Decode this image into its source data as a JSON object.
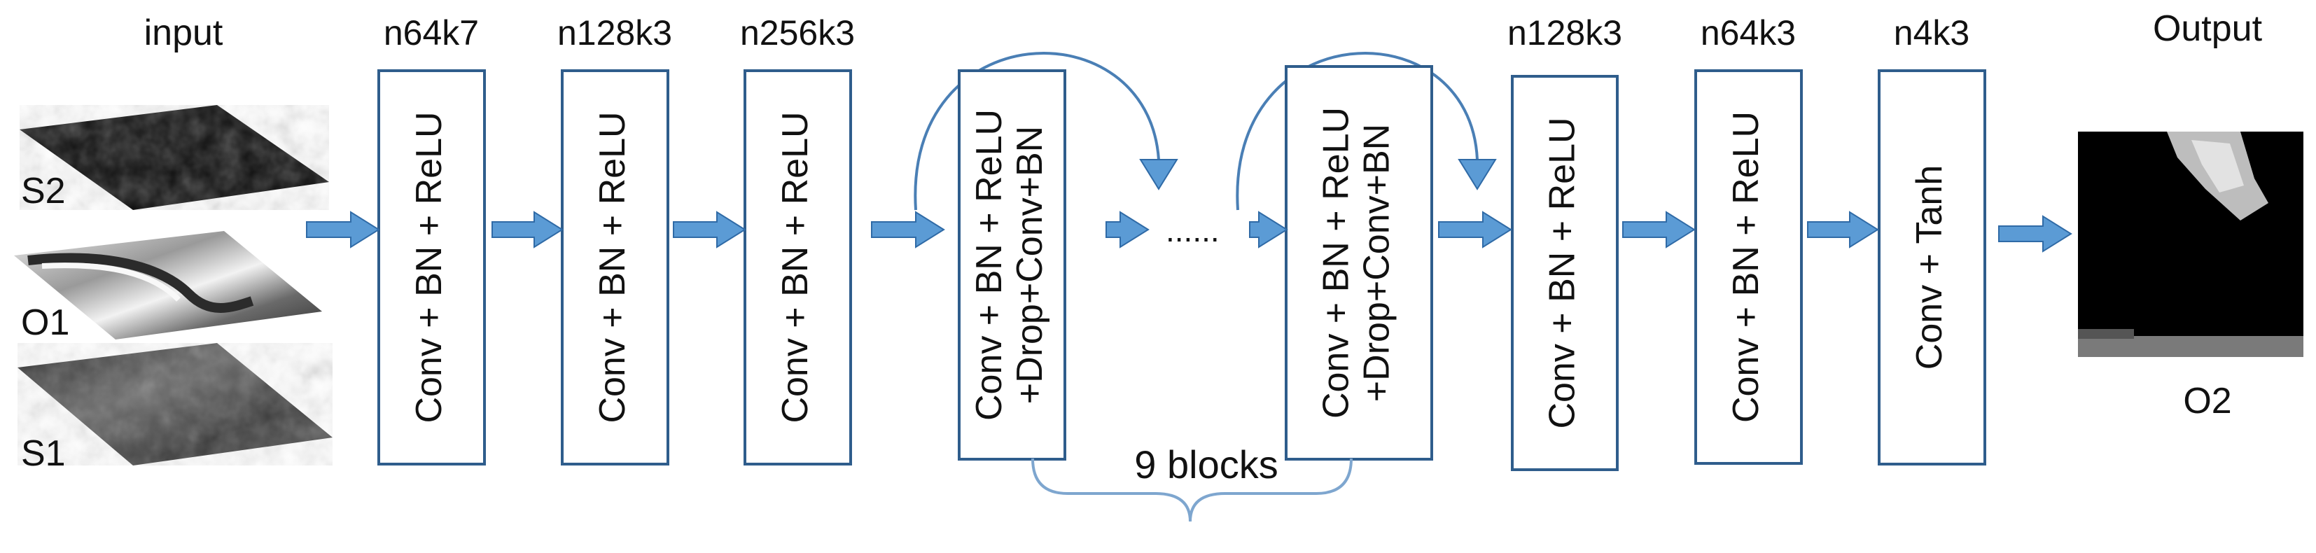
{
  "colors": {
    "box_stroke": "#2f5d8c",
    "arrow_fill": "#5b9bd5",
    "arrow_stroke": "#2f6aa6",
    "skip_curve": "#4a7fb5",
    "brace": "#7ea6cf",
    "text": "#111111"
  },
  "input": {
    "title": "input",
    "layers": [
      {
        "label": "S2",
        "icon": "dark-satellite-patch"
      },
      {
        "label": "O1",
        "icon": "optical-image-patch"
      },
      {
        "label": "S1",
        "icon": "radar-image-patch"
      }
    ]
  },
  "blocks": [
    {
      "id": "b1",
      "top_label": "n64k7",
      "lines": [
        "Conv + BN + ReLU"
      ]
    },
    {
      "id": "b2",
      "top_label": "n128k3",
      "lines": [
        "Conv + BN + ReLU"
      ]
    },
    {
      "id": "b3",
      "top_label": "n256k3",
      "lines": [
        "Conv + BN + ReLU"
      ]
    },
    {
      "id": "r1",
      "top_label": "",
      "lines": [
        "Conv + BN + ReLU",
        "+Drop+Conv+BN"
      ]
    },
    {
      "id": "r2",
      "top_label": "",
      "lines": [
        "Conv + BN + ReLU",
        "+Drop+Conv+BN"
      ]
    },
    {
      "id": "b4",
      "top_label": "n128k3",
      "lines": [
        "Conv + BN + ReLU"
      ]
    },
    {
      "id": "b5",
      "top_label": "n64k3",
      "lines": [
        "Conv + BN + ReLU"
      ]
    },
    {
      "id": "b6",
      "top_label": "n4k3",
      "lines": [
        "Conv + Tanh"
      ]
    }
  ],
  "ellipsis": "......",
  "brace_label": "9 blocks",
  "output": {
    "title": "Output",
    "label": "O2",
    "icon": "output-image-patch"
  }
}
